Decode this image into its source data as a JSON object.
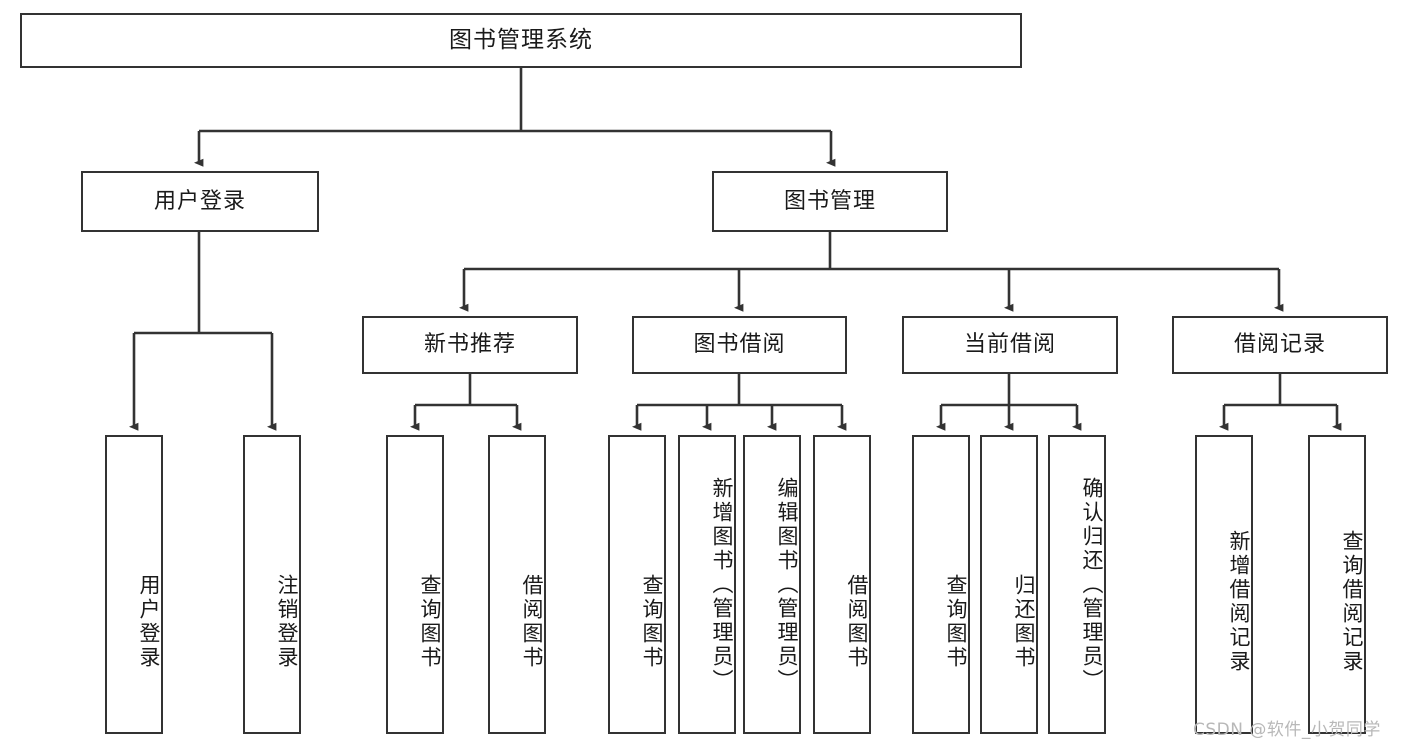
{
  "diagram": {
    "title": "图书管理系统",
    "type": "tree",
    "root": {
      "label": "图书管理系统"
    },
    "level1": [
      {
        "label": "用户登录"
      },
      {
        "label": "图书管理"
      }
    ],
    "level2": [
      {
        "label": "新书推荐",
        "parent": "图书管理"
      },
      {
        "label": "图书借阅",
        "parent": "图书管理"
      },
      {
        "label": "当前借阅",
        "parent": "图书管理"
      },
      {
        "label": "借阅记录",
        "parent": "图书管理"
      }
    ],
    "leaves": {
      "user_login": [
        {
          "label": "用户登录"
        },
        {
          "label": "注销登录"
        }
      ],
      "new_book_recommend": [
        {
          "label": "查询图书"
        },
        {
          "label": "借阅图书"
        }
      ],
      "book_borrow": [
        {
          "label": "查询图书"
        },
        {
          "label": "新增图书（管理员）"
        },
        {
          "label": "编辑图书（管理员）"
        },
        {
          "label": "借阅图书"
        }
      ],
      "current_borrow": [
        {
          "label": "查询图书"
        },
        {
          "label": "归还图书"
        },
        {
          "label": "确认归还（管理员）"
        }
      ],
      "borrow_record": [
        {
          "label": "新增借阅记录"
        },
        {
          "label": "查询借阅记录"
        }
      ]
    },
    "colors": {
      "border": "#333333",
      "background": "#ffffff",
      "text": "#1a1a1a",
      "watermark": "#b8b8b8"
    }
  },
  "watermark": {
    "text": "CSDN @软件_小贺同学"
  }
}
